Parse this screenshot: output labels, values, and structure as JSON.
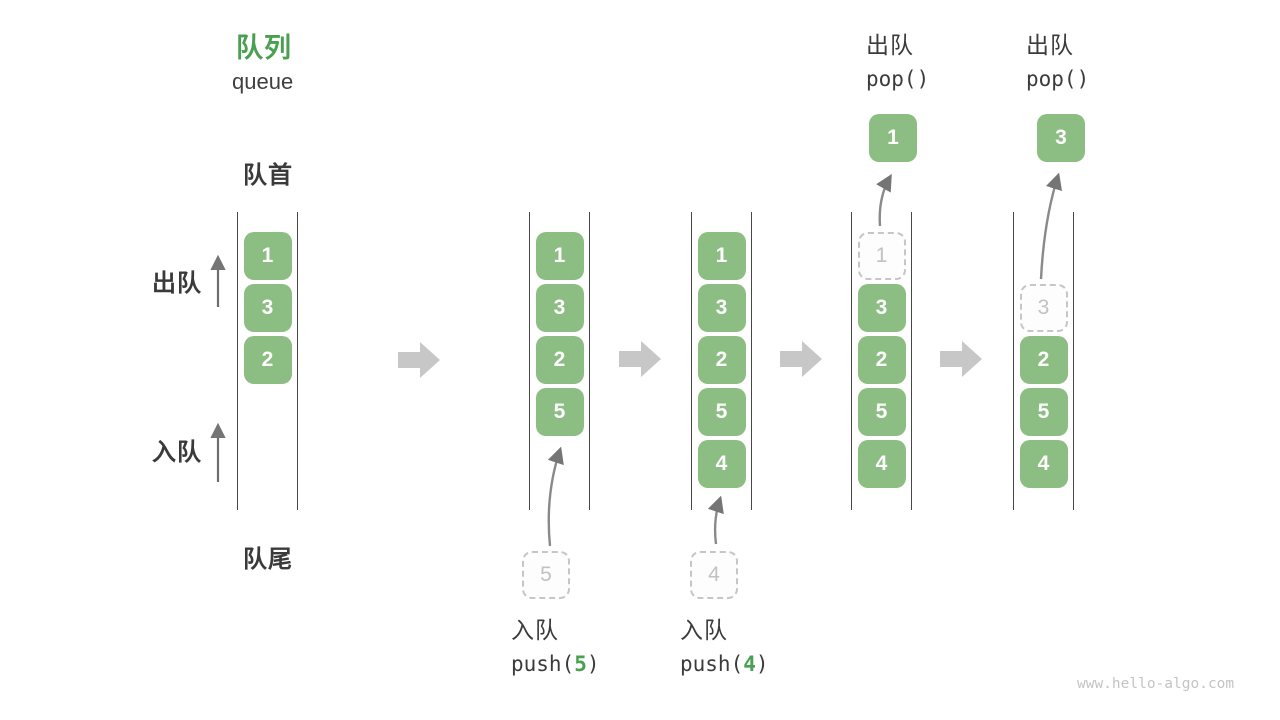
{
  "header": {
    "title_zh": "队列",
    "title_en": "queue"
  },
  "labels": {
    "front": "队首",
    "rear": "队尾",
    "dequeue_side": "出队",
    "enqueue_side": "入队"
  },
  "states": [
    {
      "slots": [
        "1",
        "3",
        "2"
      ]
    },
    {
      "slots": [
        "1",
        "3",
        "2",
        "5"
      ],
      "incoming_ghost": "5"
    },
    {
      "slots": [
        "1",
        "3",
        "2",
        "5",
        "4"
      ],
      "incoming_ghost": "4"
    },
    {
      "ghost": "1",
      "slots": [
        "3",
        "2",
        "5",
        "4"
      ],
      "popped": "1"
    },
    {
      "ghost": "3",
      "slots": [
        "2",
        "5",
        "4"
      ],
      "popped": "3"
    }
  ],
  "operations": {
    "push5": {
      "label": "入队",
      "code_pre": "push(",
      "code_val": "5",
      "code_post": ")"
    },
    "push4": {
      "label": "入队",
      "code_pre": "push(",
      "code_val": "4",
      "code_post": ")"
    },
    "pop1": {
      "label": "出队",
      "code": "pop()"
    },
    "pop2": {
      "label": "出队",
      "code": "pop()"
    }
  },
  "watermark": "www.hello-algo.com",
  "colors": {
    "accent_green": "#4aa050",
    "box_green": "#8cbd82",
    "ghost_gray": "#c6c6c6",
    "flow_arrow_gray": "#c7c7c7",
    "line_dark": "#474747",
    "text_dark": "#3a3a3a"
  },
  "icons": {
    "flow_arrow": "right-arrow-icon",
    "up_arrow": "up-arrow-icon",
    "curve_arrow": "curved-arrow-icon"
  }
}
